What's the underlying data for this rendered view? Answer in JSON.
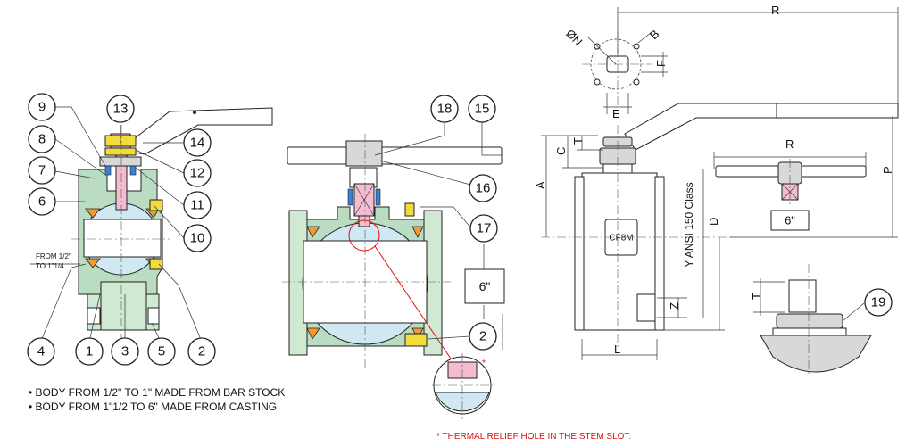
{
  "callouts": {
    "c1": "1",
    "c2": "2",
    "c3": "3",
    "c4": "4",
    "c5": "5",
    "c6": "6",
    "c7": "7",
    "c8": "8",
    "c9": "9",
    "c10": "10",
    "c11": "11",
    "c12": "12",
    "c13": "13",
    "c14": "14",
    "c15": "15",
    "c16": "16",
    "c17": "17",
    "c18": "18",
    "c2b": "2",
    "c19": "19"
  },
  "notes": {
    "bar_stock_range_line1": "FROM 1/2\"",
    "bar_stock_range_line2": "TO 1\"1/4",
    "body_note_1": "• BODY FROM 1/2\" TO 1\" MADE FROM BAR STOCK",
    "body_note_2": "• BODY FROM 1\"1/2 TO 6\" MADE FROM CASTING",
    "thermal_relief_note": "* THERMAL RELIEF HOLE IN THE STEM SLOT.",
    "asterisk": "*"
  },
  "size_boxes": {
    "section_size": "6\"",
    "handle_size": "6\""
  },
  "dimensions": {
    "R_top": "R",
    "R_small": "R",
    "N": "ØN",
    "B": "B",
    "F": "F",
    "E": "E",
    "A": "A",
    "C": "C",
    "T": "T",
    "D": "D",
    "P": "P",
    "L": "L",
    "Z": "Z",
    "T_detail": "T"
  },
  "body_markings": {
    "material": "CF8M",
    "rating": "Y ANSI 150 Class"
  },
  "colors": {
    "body_green": "#b9dcc3",
    "ball_blue": "#cfe8f2",
    "fastener_yellow": "#f2dc3c",
    "seat_orange": "#f29b2e",
    "stem_pink": "#f4bcd0",
    "note_red": "#dd1111"
  }
}
